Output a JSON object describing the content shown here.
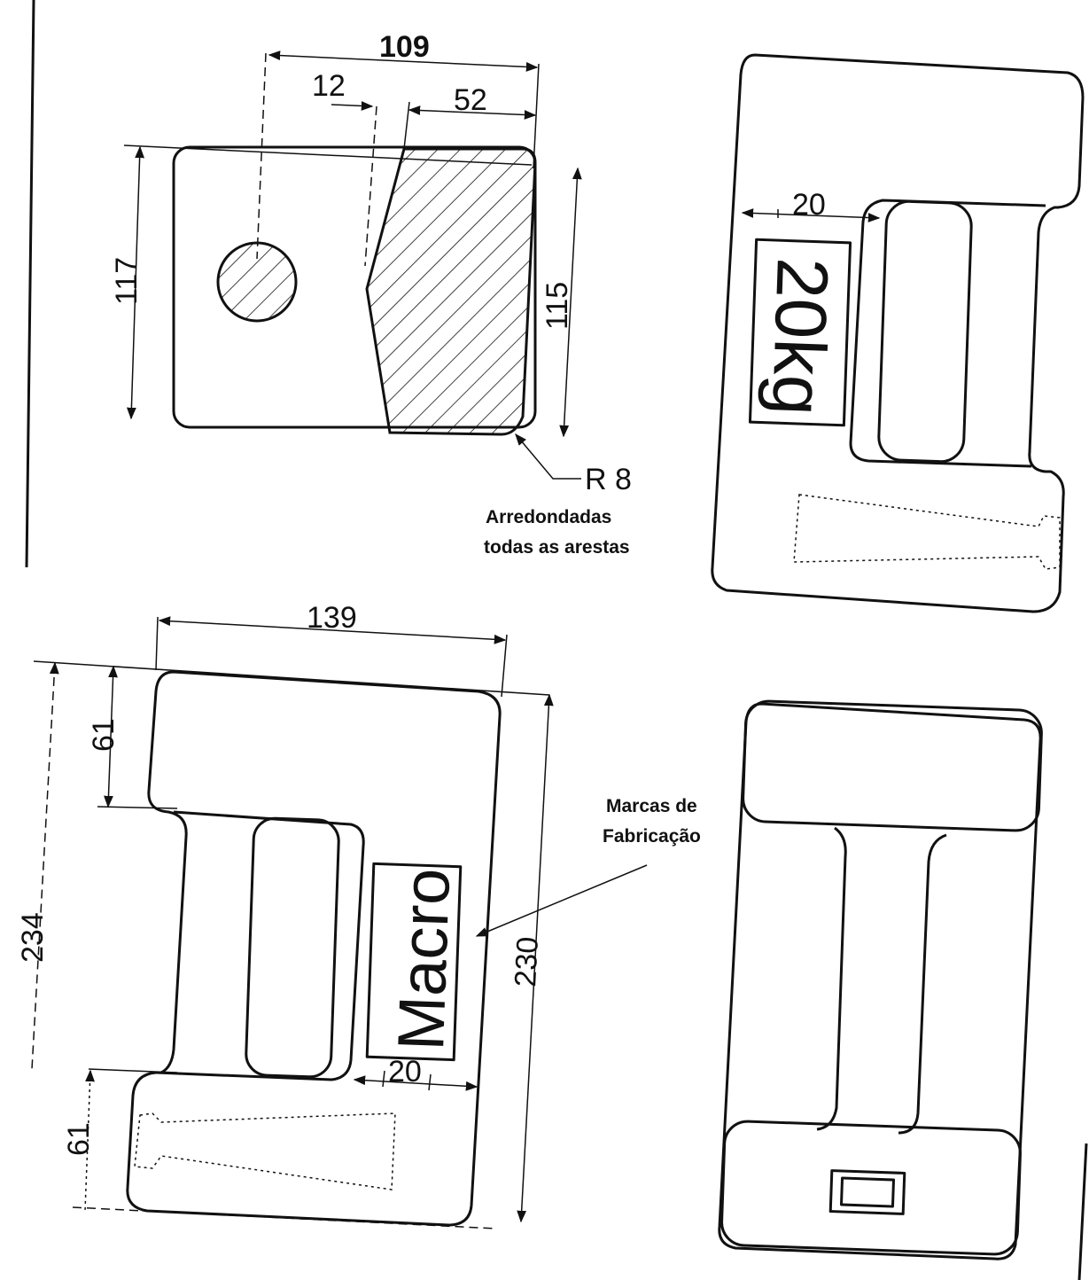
{
  "top_left_view": {
    "dim_overall_width": "109",
    "dim_offset": "12",
    "dim_section_width": "52",
    "dim_left_height": "117",
    "dim_right_height": "115",
    "radius_label": "R 8",
    "note_line1": "Arredondadas",
    "note_line2": "todas as arestas"
  },
  "top_right_view": {
    "dim_gap": "20",
    "weight_marking": "20kg"
  },
  "bottom_left_view": {
    "dim_width": "139",
    "dim_top_height": "61",
    "dim_bottom_height": "61",
    "dim_total_left": "234",
    "dim_total_right": "230",
    "dim_gap": "20",
    "maker_marking": "Macro"
  },
  "callout": {
    "line1": "Marcas de",
    "line2": "Fabricação"
  }
}
